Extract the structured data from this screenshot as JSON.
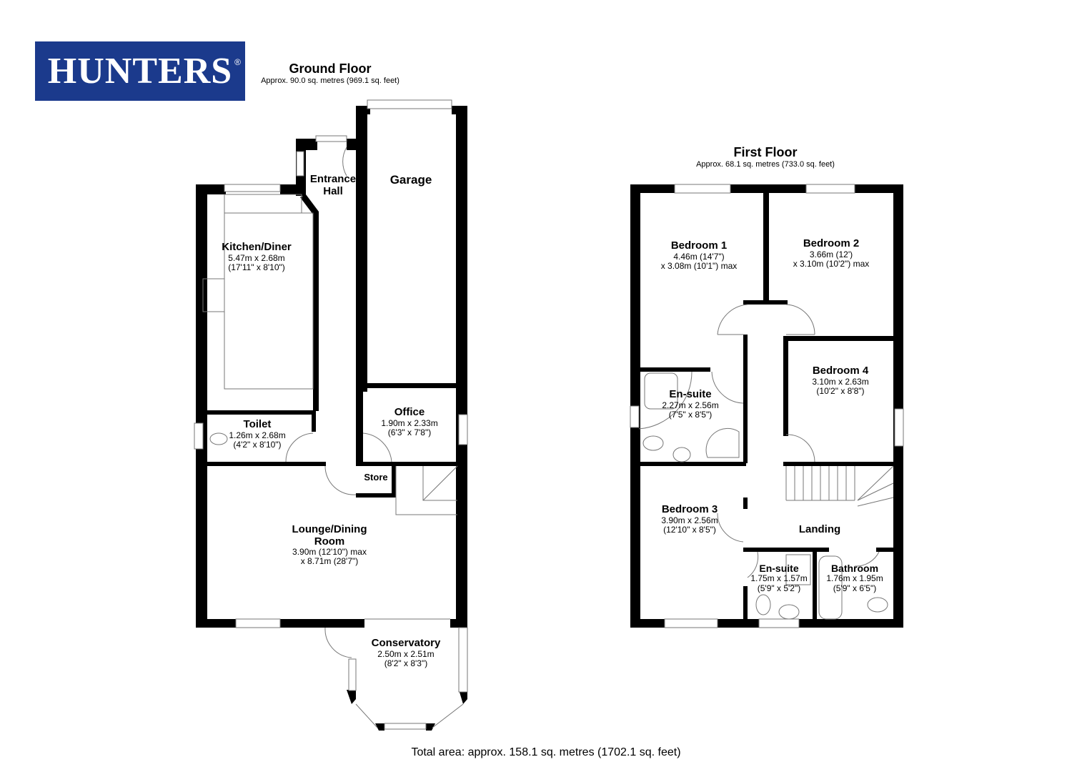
{
  "brand": {
    "name": "HUNTERS",
    "mark": "®",
    "color": "#1b3a8c"
  },
  "ground_floor": {
    "title": "Ground Floor",
    "area": "Approx. 90.0 sq. metres (969.1 sq. feet)",
    "rooms": [
      {
        "name": "Entrance",
        "name2": "Hall",
        "dims": "",
        "dims2": ""
      },
      {
        "name": "Garage",
        "dims": "",
        "dims2": ""
      },
      {
        "name": "Kitchen/Diner",
        "dims": "5.47m x 2.68m",
        "dims2": "(17'11\" x 8'10\")"
      },
      {
        "name": "Toilet",
        "dims": "1.26m x 2.68m",
        "dims2": "(4'2\" x 8'10\")"
      },
      {
        "name": "Office",
        "dims": "1.90m x 2.33m",
        "dims2": "(6'3\" x 7'8\")"
      },
      {
        "name": "Store",
        "dims": "",
        "dims2": ""
      },
      {
        "name": "Lounge/Dining",
        "name2": "Room",
        "dims": "3.90m (12'10\") max",
        "dims2": "x 8.71m (28'7\")"
      },
      {
        "name": "Conservatory",
        "dims": "2.50m x 2.51m",
        "dims2": "(8'2\" x 8'3\")"
      }
    ]
  },
  "first_floor": {
    "title": "First Floor",
    "area": "Approx. 68.1 sq. metres (733.0 sq. feet)",
    "rooms": [
      {
        "name": "Bedroom 1",
        "dims": "4.46m (14'7\")",
        "dims2": "x 3.08m (10'1\") max"
      },
      {
        "name": "Bedroom 2",
        "dims": "3.66m (12')",
        "dims2": "x 3.10m (10'2\") max"
      },
      {
        "name": "En-suite",
        "dims": "2.27m x 2.56m",
        "dims2": "(7'5\" x 8'5\")"
      },
      {
        "name": "Bedroom 4",
        "dims": "3.10m x 2.63m",
        "dims2": "(10'2\" x 8'8\")"
      },
      {
        "name": "Bedroom 3",
        "dims": "3.90m x 2.56m",
        "dims2": "(12'10\" x 8'5\")"
      },
      {
        "name": "Landing",
        "dims": "",
        "dims2": ""
      },
      {
        "name": "En-suite",
        "dims": "1.75m x 1.57m",
        "dims2": "(5'9\" x 5'2\")"
      },
      {
        "name": "Bathroom",
        "dims": "1.76m x 1.95m",
        "dims2": "(5'9\" x 6'5\")"
      }
    ]
  },
  "total_area": "Total area: approx. 158.1 sq. metres (1702.1 sq. feet)"
}
